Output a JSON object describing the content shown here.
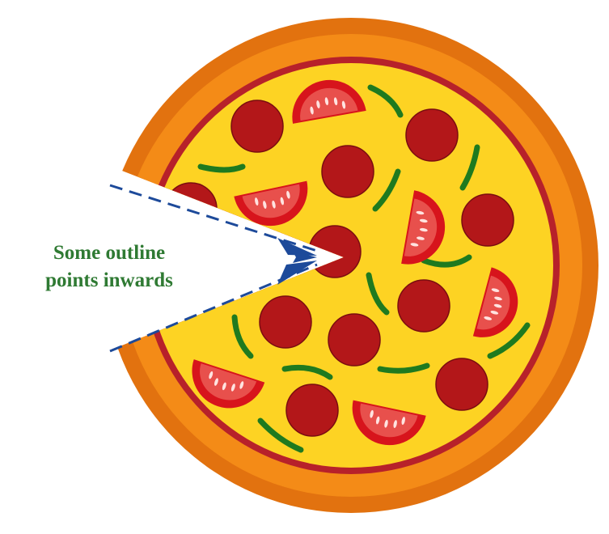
{
  "annotation": {
    "line1": "Some outline",
    "line2": "points inwards"
  },
  "colors": {
    "crust_outer": "#e2720f",
    "crust_inner": "#f48b17",
    "sauce": "#b7212a",
    "cheese": "#fdd323",
    "pepperoni": "#b31719",
    "tomato_skin": "#d7141c",
    "tomato_flesh": "#e8504c",
    "seed": "#ffe3e0",
    "pepper": "#1f7a1f",
    "arrow": "#1d4a9a",
    "label": "#2f7a33"
  },
  "icons": {
    "pizza": "pizza-with-missing-slice",
    "topping_1": "pepperoni-slice",
    "topping_2": "tomato-slice",
    "topping_3": "green-pepper-strip"
  }
}
